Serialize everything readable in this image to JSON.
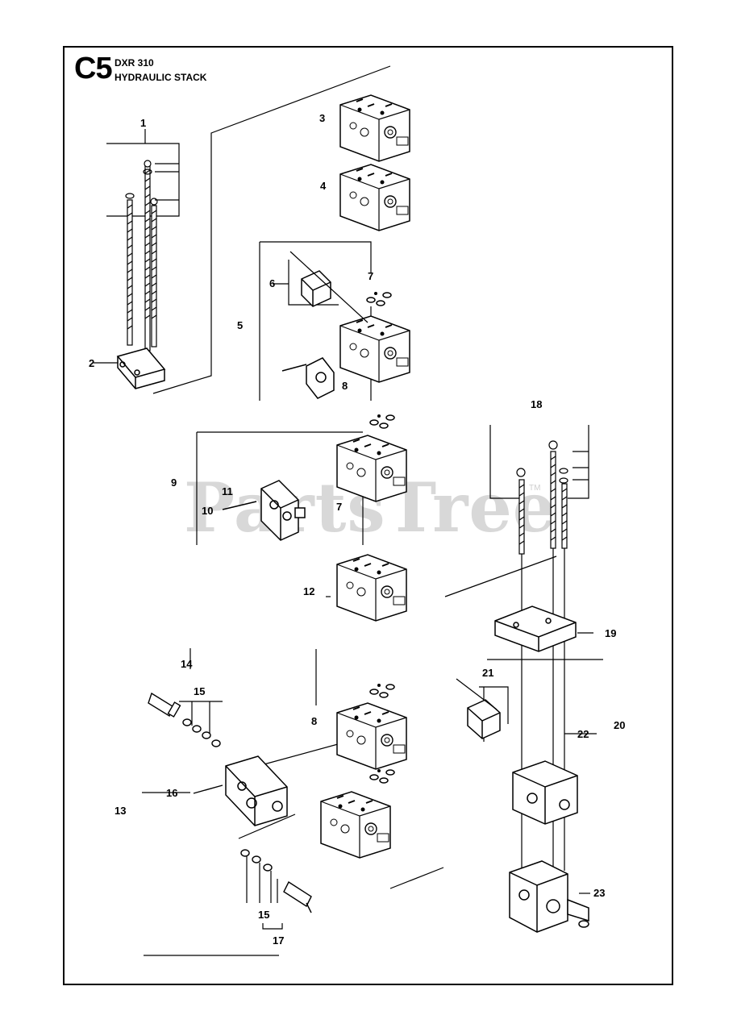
{
  "header": {
    "code": "C5",
    "model": "DXR 310",
    "title": "HYDRAULIC STACK"
  },
  "watermark": {
    "text": "PartsTree",
    "trademark": "TM"
  },
  "callouts": {
    "c1": "1",
    "c2": "2",
    "c3": "3",
    "c4": "4",
    "c5": "5",
    "c6": "6",
    "c7a": "7",
    "c7b": "7",
    "c8a": "8",
    "c8b": "8",
    "c9": "9",
    "c10": "10",
    "c11": "11",
    "c12": "12",
    "c13": "13",
    "c14": "14",
    "c15a": "15",
    "c15b": "15",
    "c16": "16",
    "c17": "17",
    "c18": "18",
    "c19": "19",
    "c20": "20",
    "c21": "21",
    "c22": "22",
    "c23": "23"
  }
}
